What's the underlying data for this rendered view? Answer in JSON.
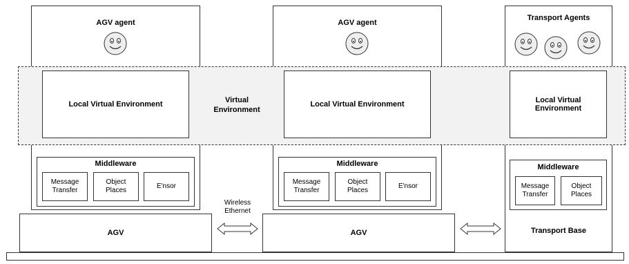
{
  "columns": [
    {
      "agent_title": "AGV agent",
      "lve_label": "Local Virtual Environment",
      "middleware_title": "Middleware",
      "modules": [
        "Message Transfer",
        "Object Places",
        "E'nsor"
      ],
      "base_label": "AGV"
    },
    {
      "agent_title": "AGV agent",
      "lve_label": "Local Virtual Environment",
      "middleware_title": "Middleware",
      "modules": [
        "Message Transfer",
        "Object Places",
        "E'nsor"
      ],
      "base_label": "AGV"
    },
    {
      "agent_title": "Transport Agents",
      "lve_label": "Local Virtual Environment",
      "middleware_title": "Middleware",
      "modules": [
        "Message Transfer",
        "Object Places"
      ],
      "base_label": "Transport Base"
    }
  ],
  "virtual_environment_label": "Virtual Environment",
  "link_label": "Wireless Ethernet",
  "icons": {
    "agent": "smiley-face-icon",
    "link": "double-arrow-icon"
  }
}
